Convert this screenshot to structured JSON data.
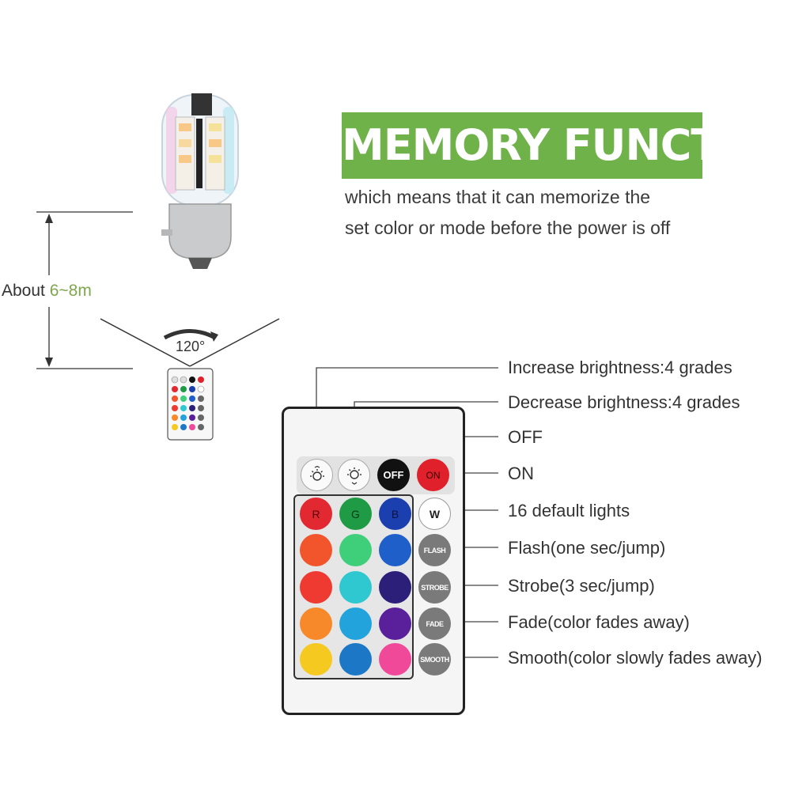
{
  "header": {
    "banner": "MEMORY FUNCTION",
    "line1": "which means that it can memorize the",
    "line2": "set color or mode before the power is off"
  },
  "distance": {
    "about": "About",
    "value": "6~8m",
    "angle": "120°"
  },
  "callouts": [
    "Increase brightness:4 grades",
    "Decrease brightness:4 grades",
    "OFF",
    "ON",
    "16 default lights",
    "Flash(one sec/jump)",
    "Strobe(3 sec/jump)",
    "Fade(color fades away)",
    "Smooth(color slowly fades away)"
  ],
  "remote": {
    "top_row": [
      {
        "label": "",
        "icon": "brightness-up-icon"
      },
      {
        "label": "",
        "icon": "brightness-down-icon"
      },
      {
        "label": "OFF",
        "color": "#111111"
      },
      {
        "label": "ON",
        "color": "#e0202a"
      }
    ],
    "rgb_row": [
      {
        "label": "R",
        "color": "#e22830"
      },
      {
        "label": "G",
        "color": "#1f9a45"
      },
      {
        "label": "B",
        "color": "#1c3fb0"
      },
      {
        "label": "W",
        "color": "#ffffff"
      }
    ],
    "color_rows": [
      [
        "#f2552c",
        "#3fcf7a",
        "#1f5fc9"
      ],
      [
        "#ee3a30",
        "#2fc7d0",
        "#2b1f7a"
      ],
      [
        "#f7892a",
        "#23a3dc",
        "#5a1f9a"
      ],
      [
        "#f6c920",
        "#1c78c6",
        "#f0499a"
      ]
    ],
    "mode_buttons": [
      "FLASH",
      "STROBE",
      "FADE",
      "SMOOTH"
    ]
  },
  "colors": {
    "banner": "#6fb24a",
    "distance_accent": "#7fa64e"
  }
}
